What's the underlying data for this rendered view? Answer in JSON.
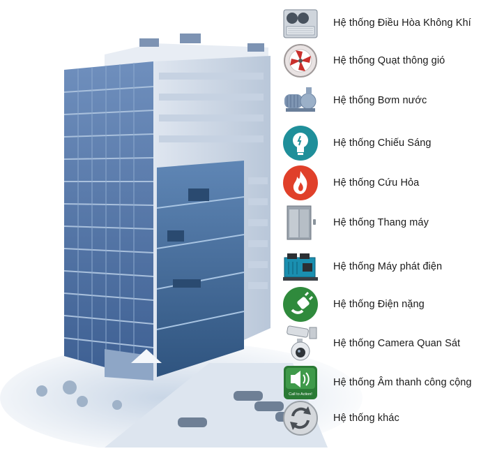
{
  "systems": [
    {
      "label": "Hệ thống Điều Hòa Không Khí",
      "icon": "air-conditioner-icon"
    },
    {
      "label": "Hệ thống Quạt thông gió",
      "icon": "ventilation-fan-icon"
    },
    {
      "label": "Hệ thống Bơm nước",
      "icon": "water-pump-icon"
    },
    {
      "label": "Hệ thống Chiếu Sáng",
      "icon": "lightbulb-icon"
    },
    {
      "label": "Hệ thống Cứu Hỏa",
      "icon": "fire-icon"
    },
    {
      "label": "Hệ thống Thang máy",
      "icon": "elevator-icon"
    },
    {
      "label": "Hệ thống Máy phát điện",
      "icon": "generator-icon"
    },
    {
      "label": "Hệ thống Điện nặng",
      "icon": "power-plug-icon"
    },
    {
      "label": "Hệ thống Camera Quan Sát",
      "icon": "security-camera-icon"
    },
    {
      "label": "Hệ thống Âm thanh công cộng",
      "icon": "speaker-icon"
    },
    {
      "label": "Hệ thống khác",
      "icon": "refresh-icon"
    }
  ],
  "icon_texts": {
    "speaker_badge": "Call to Action!"
  },
  "colors": {
    "building_glass": "#5b7fb0",
    "building_light": "#e4eaf2",
    "building_cutaway": "#3f6fa3",
    "lightbulb_teal": "#1f8f9a",
    "fire_red": "#e0402a",
    "plug_green": "#2f8a3c",
    "speaker_green": "#2a7a35"
  }
}
